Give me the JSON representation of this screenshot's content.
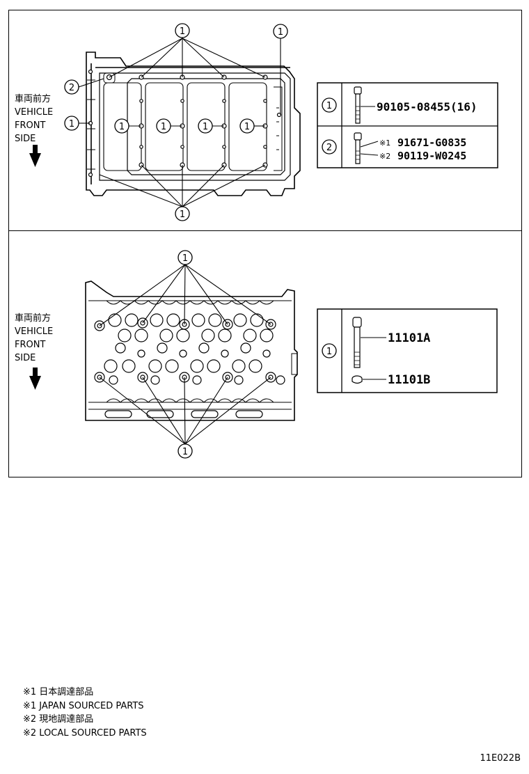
{
  "direction_label": {
    "jp": "車両前方",
    "en_line1": "VEHICLE",
    "en_line2": "FRONT",
    "en_line3": "SIDE"
  },
  "callouts": {
    "one": "1",
    "two": "2"
  },
  "top_table": {
    "row1": {
      "ref": "1",
      "part": "90105-08455(16)"
    },
    "row2": {
      "ref": "2",
      "mark1": "※1",
      "part1": "91671-G0835",
      "mark2": "※2",
      "part2": "90119-W0245"
    }
  },
  "bottom_table": {
    "ref": "1",
    "part_a": "11101A",
    "part_b": "11101B"
  },
  "legend": [
    "※1 日本調達部品",
    "※1 JAPAN SOURCED PARTS",
    "※2 現地調達部品",
    "※2 LOCAL SOURCED PARTS"
  ],
  "drawing_code": "11E022B"
}
